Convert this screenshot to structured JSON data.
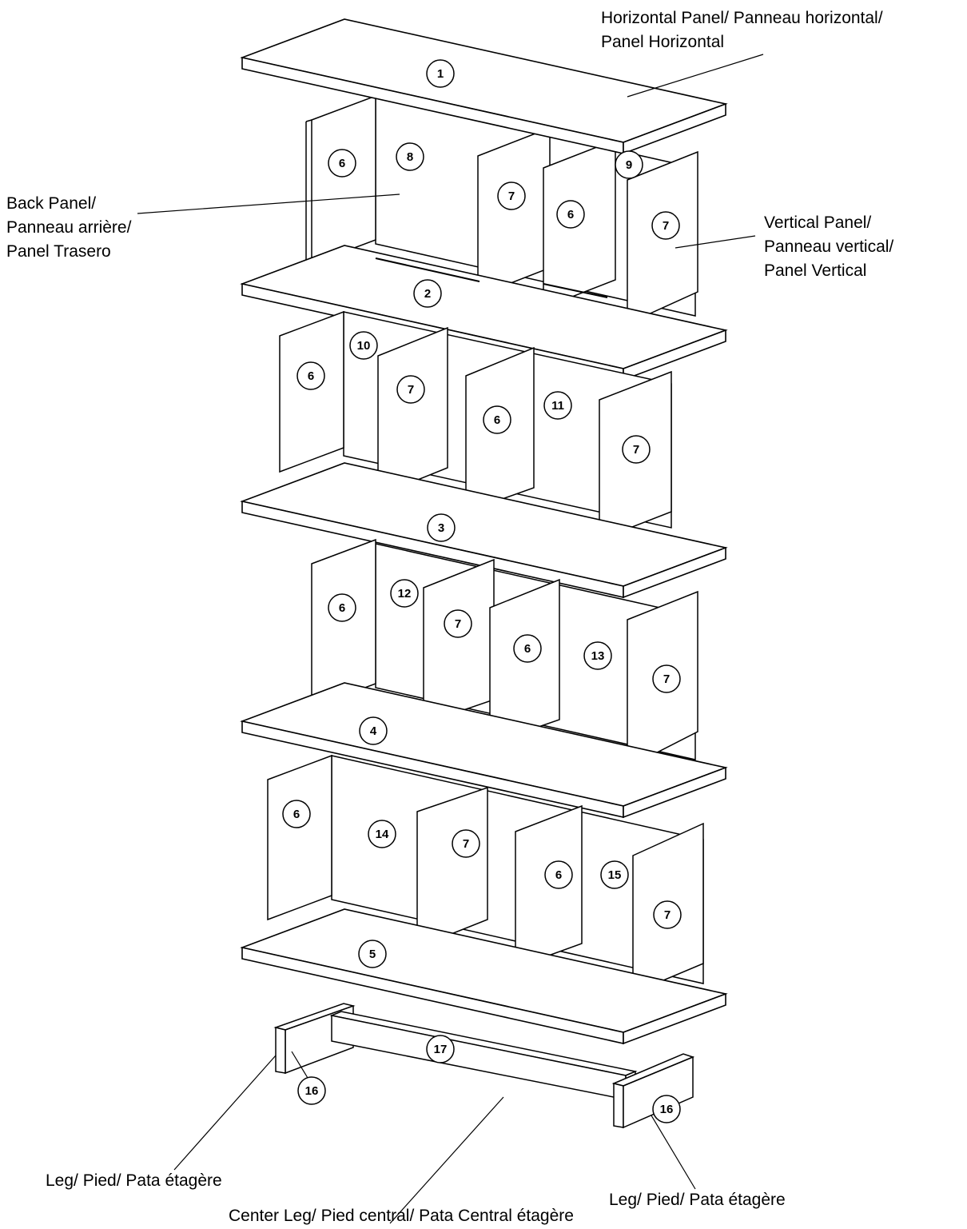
{
  "callouts": {
    "horizontal_panel": [
      "Horizontal Panel/ Panneau horizontal/",
      "Panel Horizontal"
    ],
    "back_panel": [
      "Back Panel/",
      "Panneau arrière/",
      "Panel Trasero"
    ],
    "vertical_panel": [
      "Vertical Panel/",
      "Panneau vertical/",
      "Panel Vertical"
    ],
    "leg_left": "Leg/ Pied/ Pata étagère",
    "leg_right": "Leg/ Pied/ Pata étagère",
    "center_leg": "Center Leg/ Pied central/ Pata Central  étagère"
  },
  "part_numbers": [
    "1",
    "2",
    "3",
    "4",
    "5",
    "6",
    "7",
    "8",
    "9",
    "10",
    "11",
    "12",
    "13",
    "14",
    "15",
    "16",
    "17"
  ],
  "colors": {
    "stroke": "#000000",
    "panel_fill": "#ffffff"
  }
}
